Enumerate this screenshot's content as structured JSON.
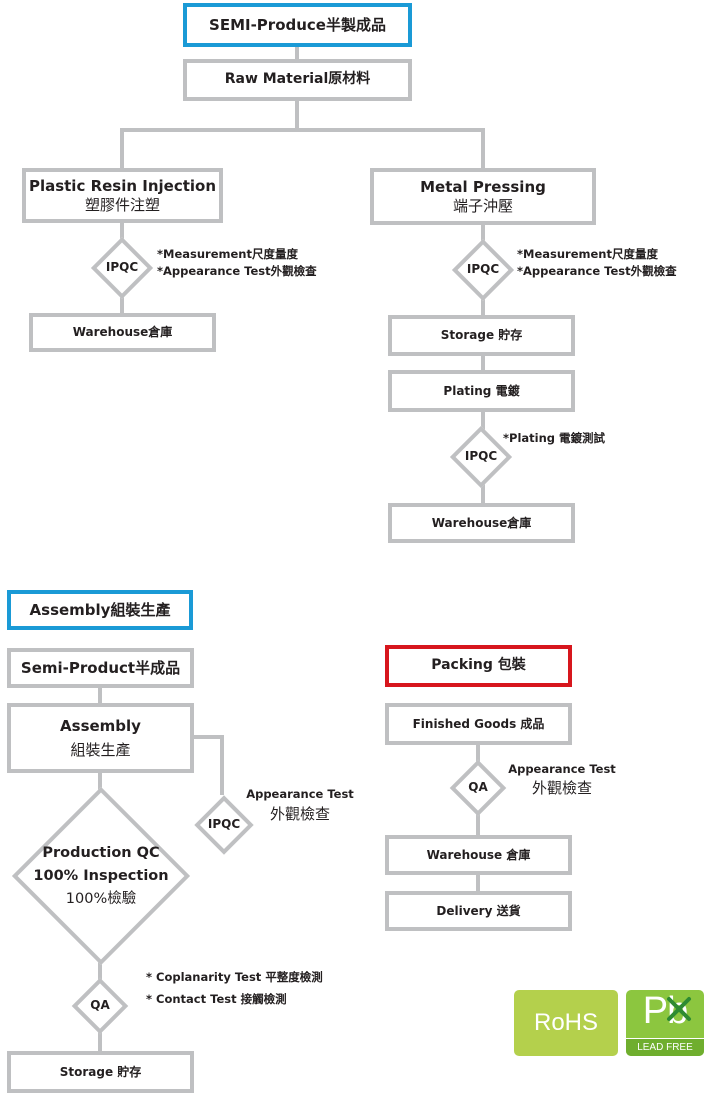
{
  "semi_produce": {
    "title": "SEMI-Produce半製成品",
    "raw_material": "Raw Material原材料",
    "plastic": {
      "title": "Plastic Resin Injection",
      "subtitle": "塑膠件注塑",
      "ipqc": "IPQC",
      "notes": [
        "*Measurement尺度量度",
        "*Appearance Test外觀檢查"
      ],
      "warehouse": "Warehouse倉庫"
    },
    "metal": {
      "title": "Metal Pressing",
      "subtitle": "端子沖壓",
      "ipqc": "IPQC",
      "notes": [
        "*Measurement尺度量度",
        "*Appearance Test外觀檢查"
      ],
      "storage": "Storage 貯存",
      "plating": "Plating 電鍍",
      "ipqc2": "IPQC",
      "plating_note": "*Plating 電鍍測試",
      "warehouse": "Warehouse倉庫"
    }
  },
  "assembly_section": {
    "title": "Assembly組裝生產",
    "semi_product": "Semi-Product半成品",
    "assembly_en": "Assembly",
    "assembly_zh": "組裝生產",
    "ipqc": "IPQC",
    "appearance_en": "Appearance Test",
    "appearance_zh": "外觀檢查",
    "production_qc": [
      "Production QC",
      "100% Inspection",
      "100%檢驗"
    ],
    "qa": "QA",
    "qa_notes": [
      "* Coplanarity Test  平整度檢測",
      "* Contact Test  接觸檢測"
    ],
    "storage": "Storage 貯存"
  },
  "packing_section": {
    "title": "Packing 包裝",
    "finished_goods": "Finished Goods 成品",
    "qa": "QA",
    "appearance_en": "Appearance Test",
    "appearance_zh": "外觀檢查",
    "warehouse": "Warehouse 倉庫",
    "delivery": "Delivery 送貨"
  },
  "badges": {
    "rohs": "RoHS",
    "pb": "Pb",
    "lead_free": "LEAD FREE",
    "rohs_color": "#b4d04c",
    "lead_free_color": "#8cc63f"
  }
}
